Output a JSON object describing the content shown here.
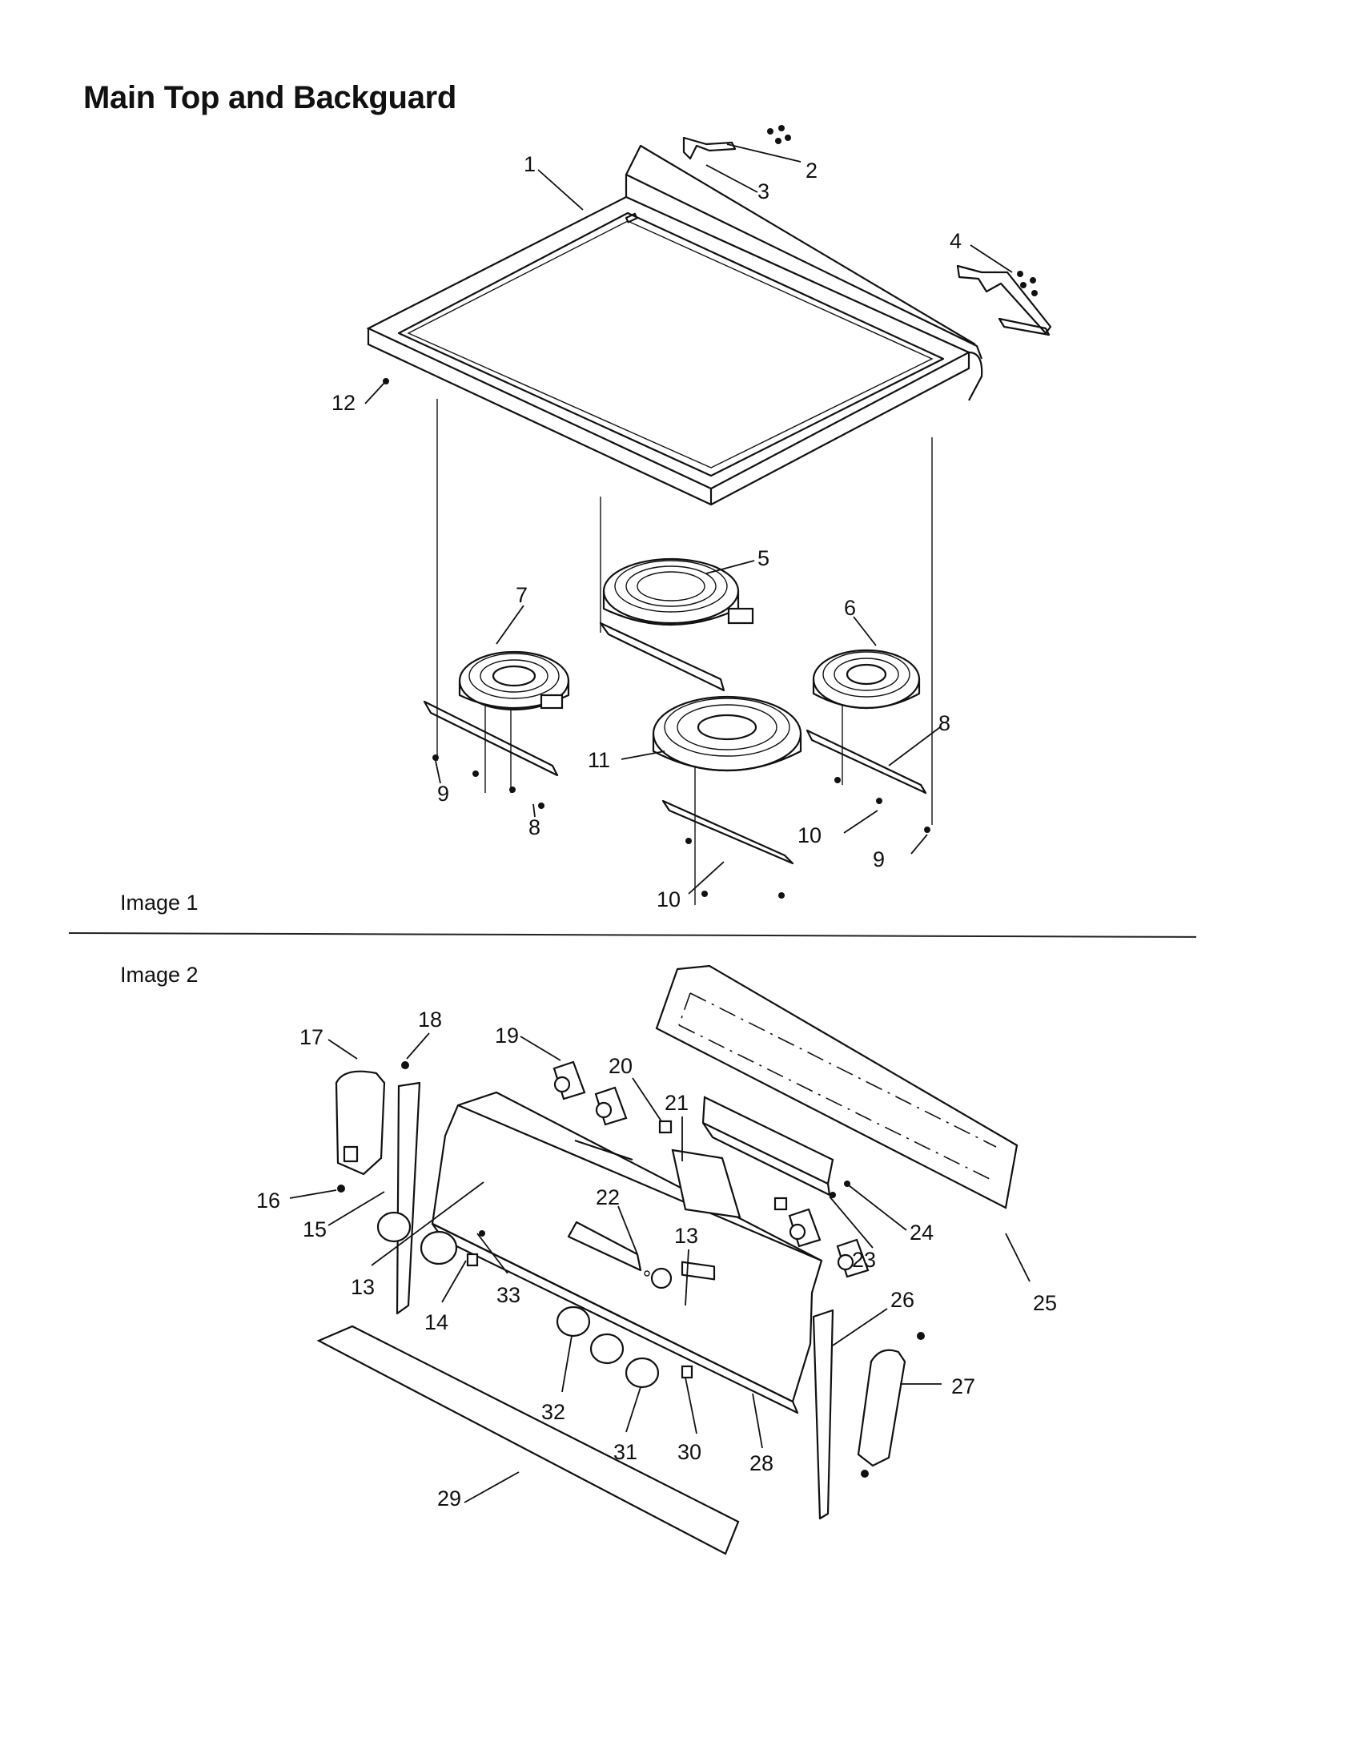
{
  "header": {
    "title": "Main Top and Backguard"
  },
  "image_labels": {
    "image1": "Image 1",
    "image2": "Image 2"
  },
  "callouts": {
    "c1": "1",
    "c2": "2",
    "c3": "3",
    "c4": "4",
    "c5": "5",
    "c6": "6",
    "c7": "7",
    "c8": "8",
    "c9": "9",
    "c10": "10",
    "c11": "11",
    "c12": "12",
    "c13": "13",
    "c14": "14",
    "c15": "15",
    "c16": "16",
    "c17": "17",
    "c18": "18",
    "c19": "19",
    "c20": "20",
    "c21": "21",
    "c22": "22",
    "c23": "23",
    "c24": "24",
    "c25": "25",
    "c26": "26",
    "c27": "27",
    "c28": "28",
    "c29": "29",
    "c30": "30",
    "c31": "31",
    "c32": "32",
    "c33": "33"
  }
}
